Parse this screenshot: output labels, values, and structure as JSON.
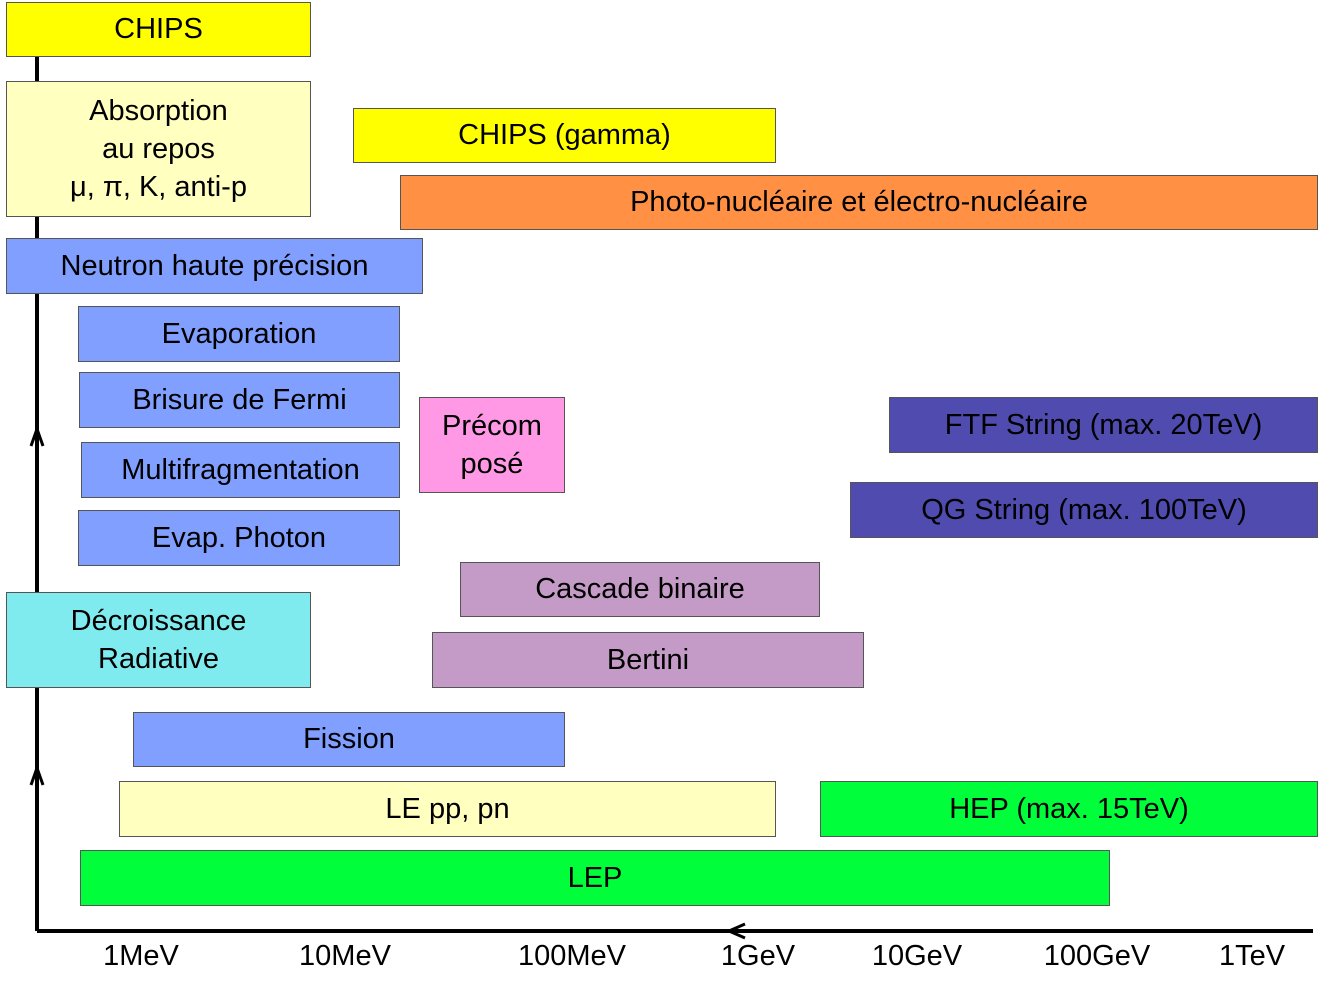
{
  "colors": {
    "yellow": "#ffff00",
    "pale_yellow": "#ffffc0",
    "orange": "#ff9044",
    "blue": "#809fff",
    "pink": "#ff99e6",
    "navy": "#4f4baf",
    "mauve": "#c39bc6",
    "cyan": "#80ebee",
    "green": "#00ff3a"
  },
  "boxes": {
    "chips": "CHIPS",
    "absorption": "Absorption\nau repos\nμ, π, K, anti-p",
    "chips_gamma": "CHIPS (gamma)",
    "photo_nuclear": "Photo-nucléaire et électro-nucléaire",
    "neutron_hp": "Neutron haute précision",
    "evaporation": "Evaporation",
    "fermi_breakup": "Brisure de Fermi",
    "precompound": "Précom\nposé",
    "ftf_string": "FTF String (max. 20TeV)",
    "multifragmentation": "Multifragmentation",
    "qg_string": "QG String (max. 100TeV)",
    "evap_photon": "Evap. Photon",
    "binary_cascade": "Cascade binaire",
    "radiative_decay": "Décroissance\nRadiative",
    "bertini": "Bertini",
    "fission": "Fission",
    "le_pp_pn": "LE pp, pn",
    "hep": "HEP (max. 15TeV)",
    "lep": "LEP"
  },
  "axis": {
    "ticks": [
      "1MeV",
      "10MeV",
      "100MeV",
      "1GeV",
      "10GeV",
      "100GeV",
      "1TeV"
    ]
  }
}
